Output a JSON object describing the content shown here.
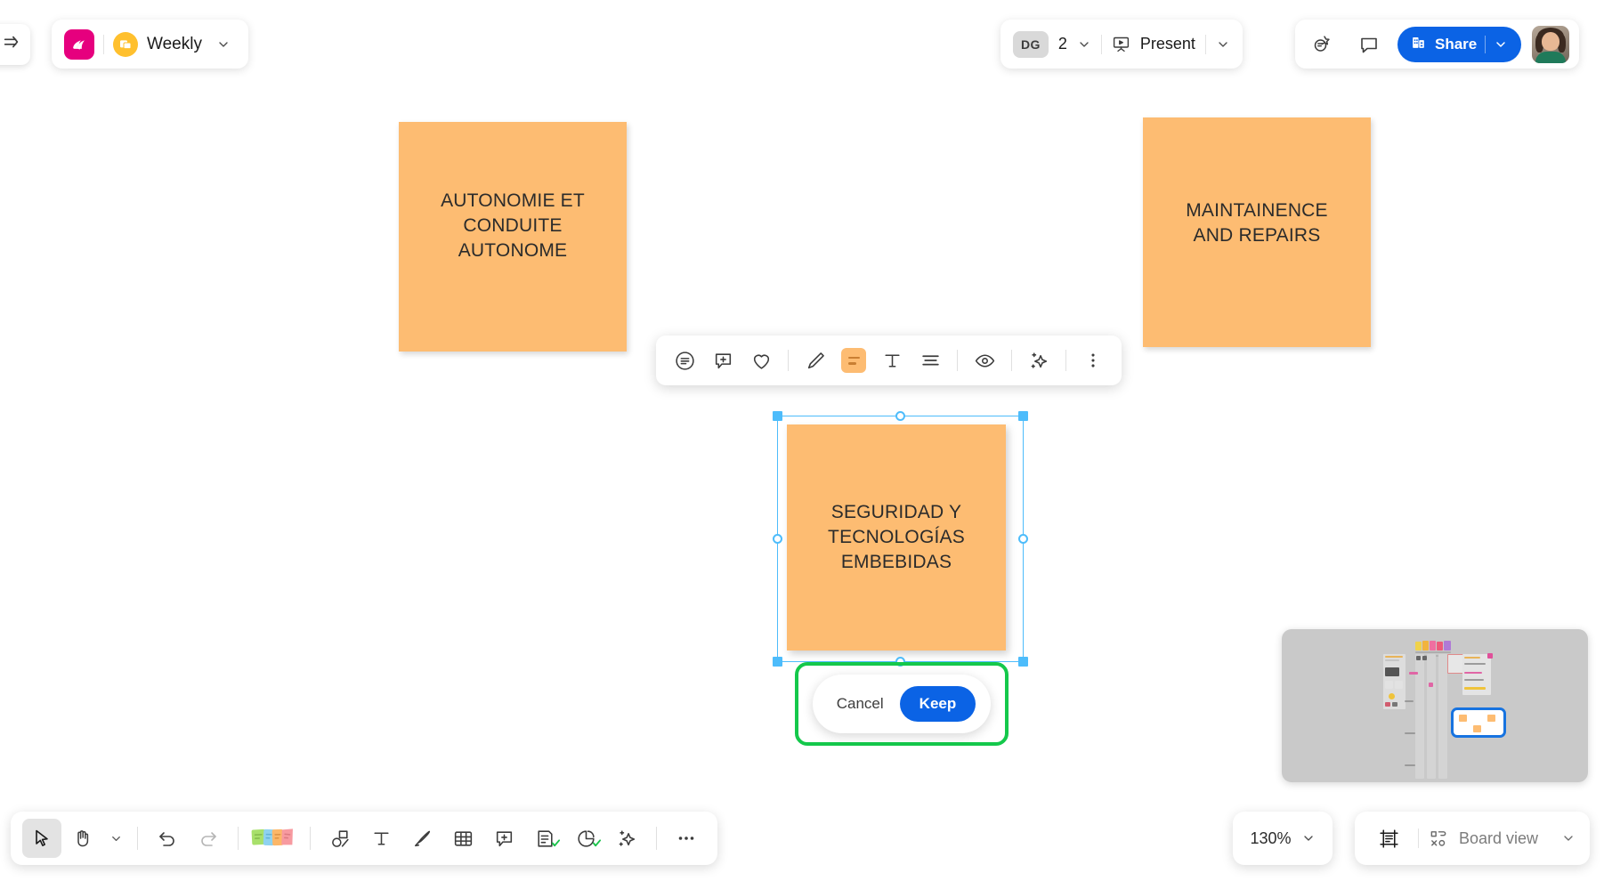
{
  "app": {
    "name": "Miro Board",
    "accent_blue": "#0B63E5",
    "sticky_color": "#FDBC72",
    "selection_color": "#4DBCFB",
    "highlight_green": "#14C84B",
    "logo_pink": "#E6007E",
    "folder_yellow": "#FFC02E"
  },
  "topbar": {
    "sidebar_toggle_icon": "panel-expand-icon",
    "logo_icon": "miro-logo-icon",
    "folder_icon": "board-folder-icon",
    "board_name": "Weekly",
    "board_chevron_icon": "chevron-down-icon",
    "collaborators": {
      "initials": "DG",
      "count": "2",
      "chevron_icon": "chevron-down-icon"
    },
    "present": {
      "icon": "present-screen-icon",
      "label": "Present",
      "chevron_icon": "chevron-down-icon"
    },
    "feedback_icon": "feedback-star-icon",
    "comment_icon": "comment-bubble-icon",
    "share": {
      "icon": "share-company-icon",
      "label": "Share",
      "chevron_icon": "chevron-down-icon"
    },
    "avatar": "user-avatar"
  },
  "canvas": {
    "stickies": [
      {
        "id": "autonomie",
        "text": "AUTONOMIE ET\nCONDUITE\nAUTONOME",
        "color": "#FDBC72"
      },
      {
        "id": "maintenance",
        "text": "MAINTAINENCE\nAND REPAIRS",
        "color": "#FDBC72"
      },
      {
        "id": "seguridad",
        "text": "SEGURIDAD Y\nTECNOLOGÍAS\nEMBEBIDAS",
        "color": "#FDBC72",
        "selected": true
      }
    ]
  },
  "context_toolbar": {
    "items": [
      {
        "name": "sticky-note-style-icon",
        "label": "Sticky note style"
      },
      {
        "name": "add-comment-icon",
        "label": "Add comment"
      },
      {
        "name": "heart-reaction-icon",
        "label": "Reaction"
      },
      {
        "name": "pen-edit-icon",
        "label": "Edit"
      },
      {
        "name": "color-swatch-icon",
        "label": "Color"
      },
      {
        "name": "text-format-icon",
        "label": "Text"
      },
      {
        "name": "text-align-icon",
        "label": "Align"
      },
      {
        "name": "hide-reveal-icon",
        "label": "Reveal"
      },
      {
        "name": "ai-sparkle-icon",
        "label": "AI"
      },
      {
        "name": "more-options-icon",
        "label": "More"
      }
    ]
  },
  "keep_popup": {
    "cancel_label": "Cancel",
    "keep_label": "Keep",
    "highlighted": true
  },
  "bottom_toolbar": {
    "items": [
      {
        "name": "cursor-select-tool",
        "label": "Select",
        "active": true
      },
      {
        "name": "hand-pan-tool",
        "label": "Pan"
      },
      {
        "name": "tools-chevron-icon",
        "label": "More tools"
      },
      {
        "name": "undo-button",
        "label": "Undo"
      },
      {
        "name": "redo-button",
        "label": "Redo"
      },
      {
        "name": "sticky-notes-tool",
        "label": "Sticky notes"
      },
      {
        "name": "shapes-tool",
        "label": "Shapes"
      },
      {
        "name": "text-tool",
        "label": "Text"
      },
      {
        "name": "pen-tool",
        "label": "Pen"
      },
      {
        "name": "table-tool",
        "label": "Table"
      },
      {
        "name": "comment-tool",
        "label": "Comment"
      },
      {
        "name": "frame-template-tool",
        "label": "Templates"
      },
      {
        "name": "apps-integrations-tool",
        "label": "Apps"
      },
      {
        "name": "ai-sparkle-tool",
        "label": "AI"
      },
      {
        "name": "more-tools-icon",
        "label": "More"
      }
    ]
  },
  "viewbar": {
    "zoom_value": "130%",
    "zoom_chevron_icon": "chevron-down-icon",
    "fit-frame_icon": "fit-to-frame-icon",
    "board_view_icon": "board-view-icon",
    "board_view_label": "Board view",
    "board_view_chevron_icon": "chevron-down-icon"
  },
  "minimap": {
    "name": "board-minimap",
    "viewport_color": "#1773E0"
  }
}
